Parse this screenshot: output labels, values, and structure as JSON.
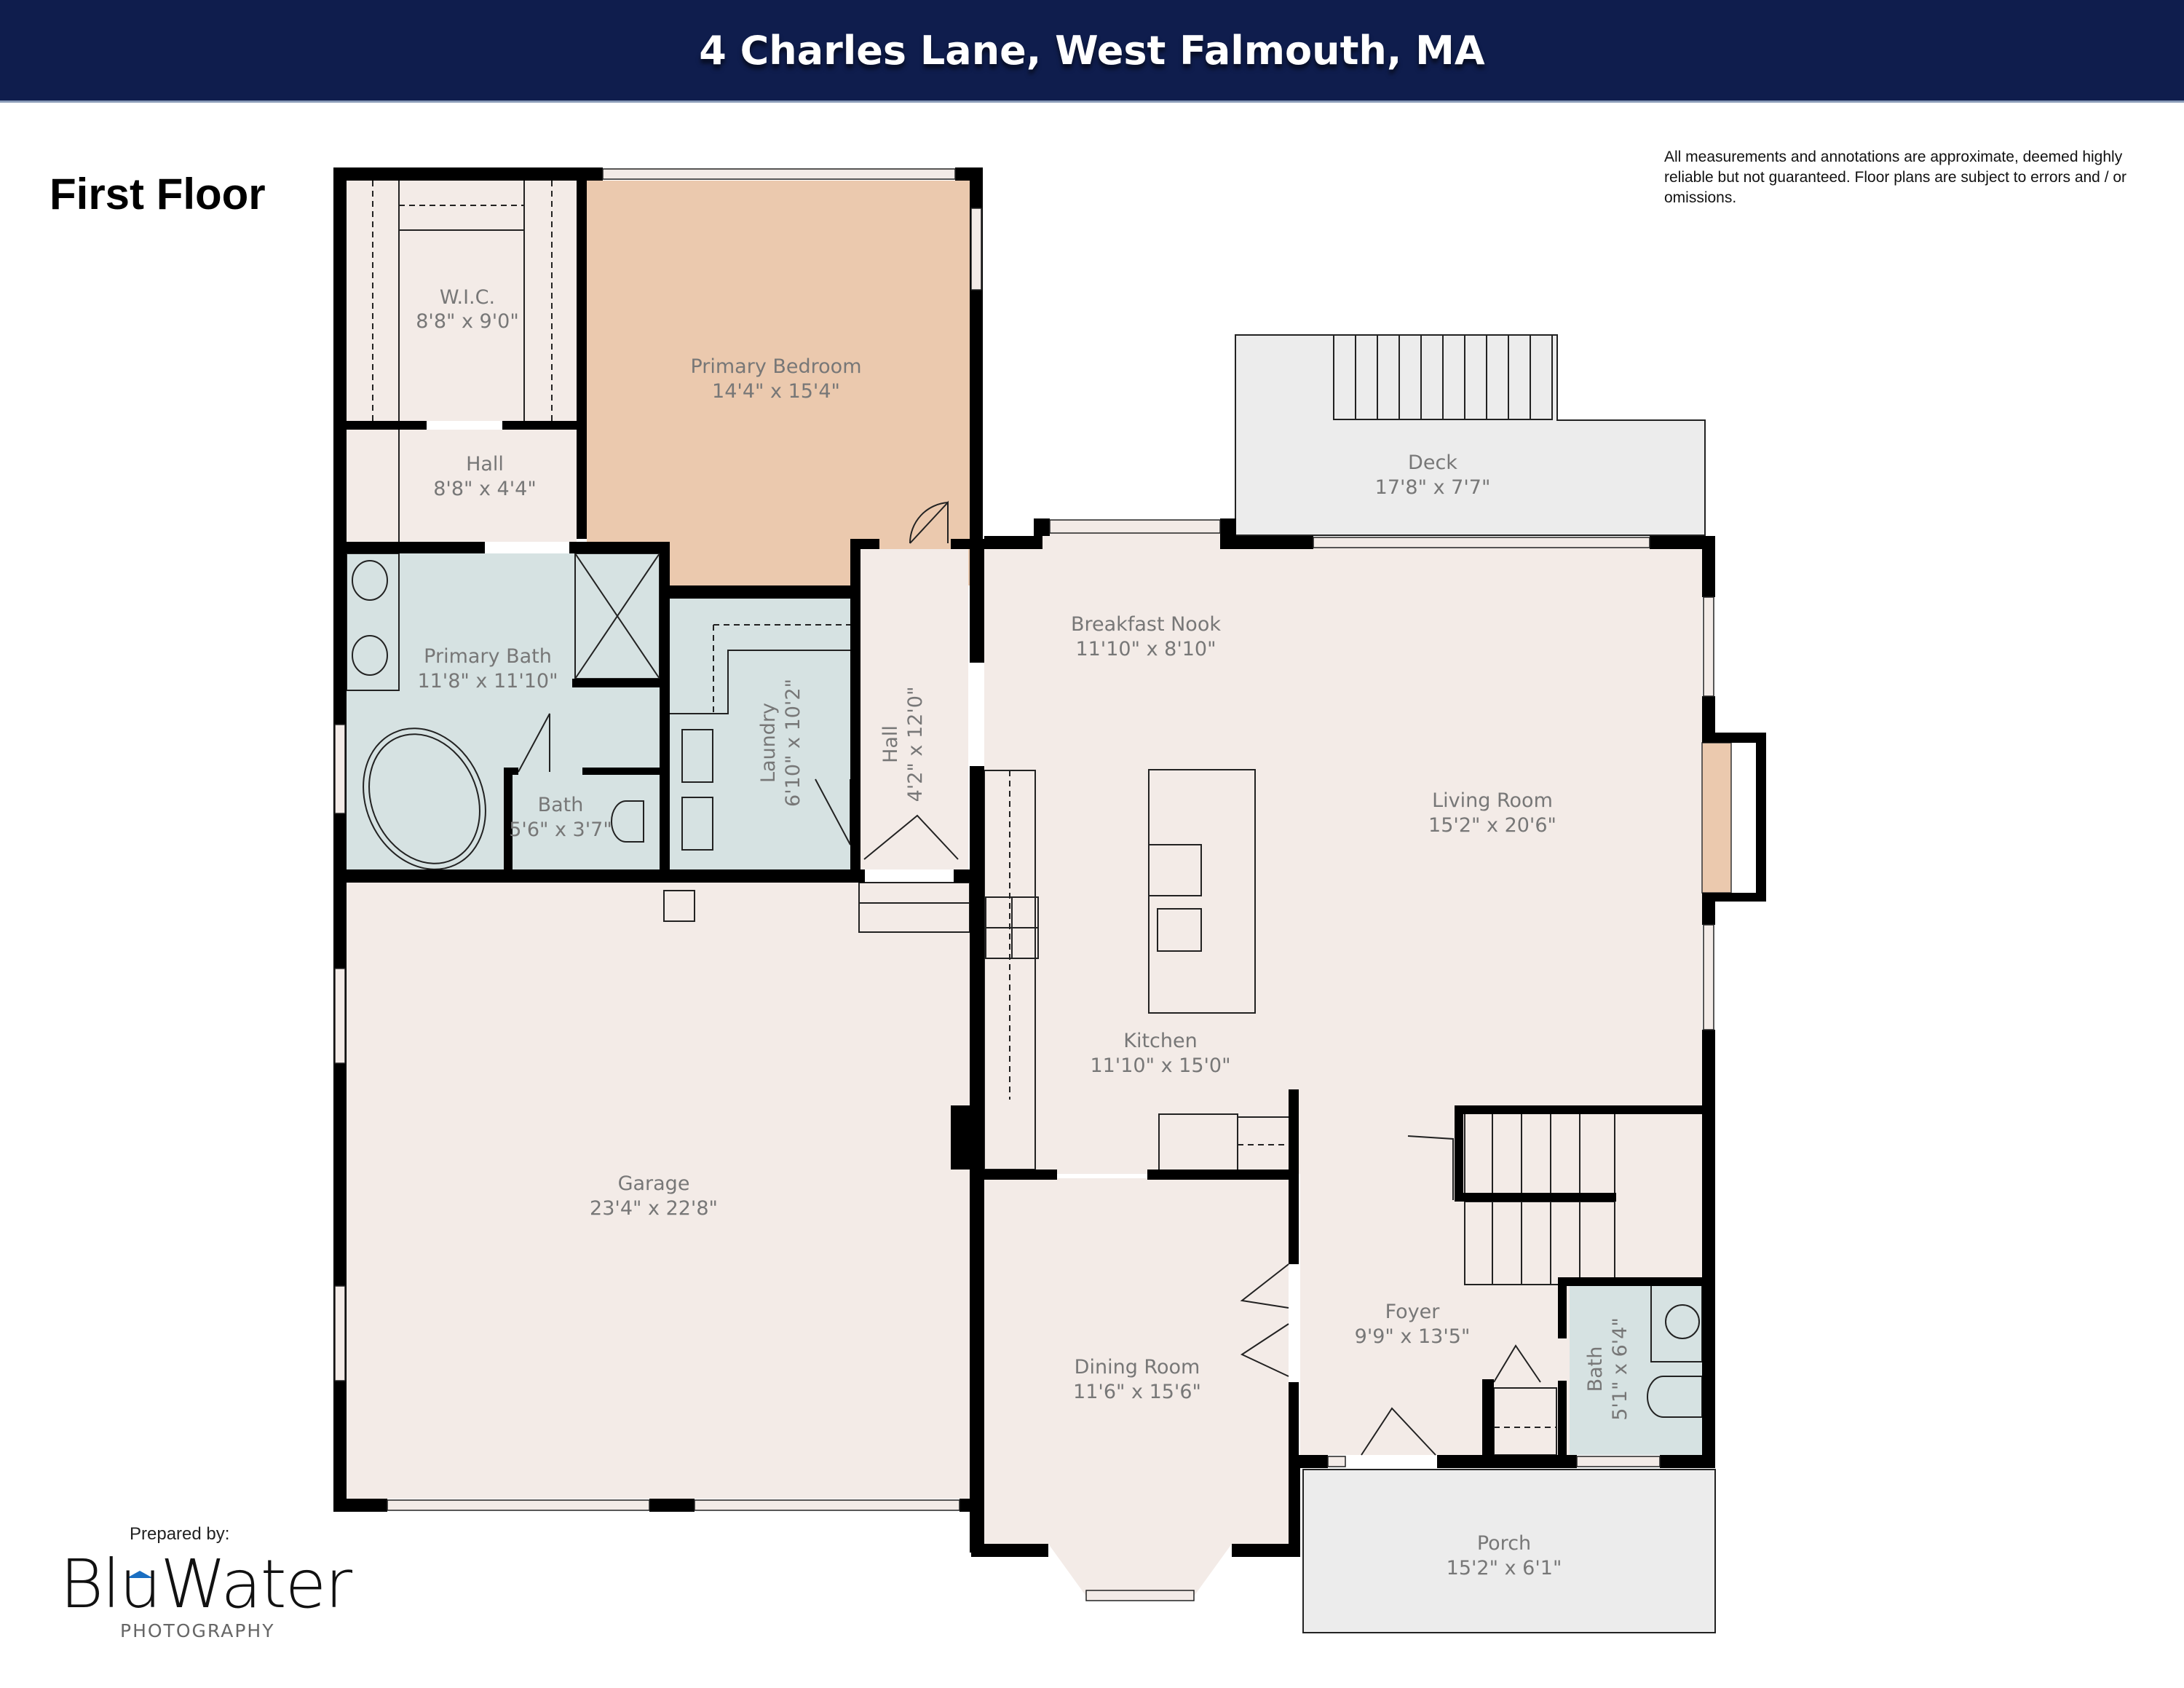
{
  "header": {
    "title": "4 Charles Lane, West Falmouth, MA",
    "background_color": "#0f1d4d"
  },
  "floor": {
    "label": "First Floor"
  },
  "disclaimer": "All measurements and annotations are approximate, deemed highly reliable but not guaranteed. Floor plans are subject to errors and / or omissions.",
  "rooms": {
    "wic": {
      "name": "W.I.C.",
      "dims": "8'8\" x 9'0\""
    },
    "hall_upper": {
      "name": "Hall",
      "dims": "8'8\" x 4'4\""
    },
    "primary_bedroom": {
      "name": "Primary Bedroom",
      "dims": "14'4\" x 15'4\"",
      "color": "#ebc9ae"
    },
    "primary_bath": {
      "name": "Primary Bath",
      "dims": "11'8\" x 11'10\"",
      "color": "#d6e2e2"
    },
    "bath_small": {
      "name": "Bath",
      "dims": "5'6\" x 3'7\""
    },
    "laundry": {
      "name": "Laundry",
      "dims": "6'10\" x 10'2\""
    },
    "hall_side": {
      "name": "Hall",
      "dims": "4'2\" x 12'0\""
    },
    "deck": {
      "name": "Deck",
      "dims": "17'8\" x 7'7\"",
      "color": "#ececec"
    },
    "breakfast_nook": {
      "name": "Breakfast Nook",
      "dims": "11'10\" x 8'10\""
    },
    "living_room": {
      "name": "Living Room",
      "dims": "15'2\" x 20'6\""
    },
    "kitchen": {
      "name": "Kitchen",
      "dims": "11'10\" x 15'0\""
    },
    "garage": {
      "name": "Garage",
      "dims": "23'4\" x 22'8\""
    },
    "dining_room": {
      "name": "Dining Room",
      "dims": "11'6\" x 15'6\""
    },
    "foyer": {
      "name": "Foyer",
      "dims": "9'9\" x 13'5\""
    },
    "bath_half": {
      "name": "Bath",
      "dims": "5'1\" x 6'4\""
    },
    "porch": {
      "name": "Porch",
      "dims": "15'2\" x 6'1\""
    }
  },
  "colors": {
    "floor": "#f3ebe7",
    "wall": "#000000",
    "bath": "#d6e2e2",
    "bedroom": "#ebc9ae",
    "outdoor": "#ececec"
  },
  "branding": {
    "prepared_by": "Prepared by:",
    "brand_name": "BluWater",
    "brand_sub": "PHOTOGRAPHY",
    "accent_color": "#1a6fc2"
  }
}
